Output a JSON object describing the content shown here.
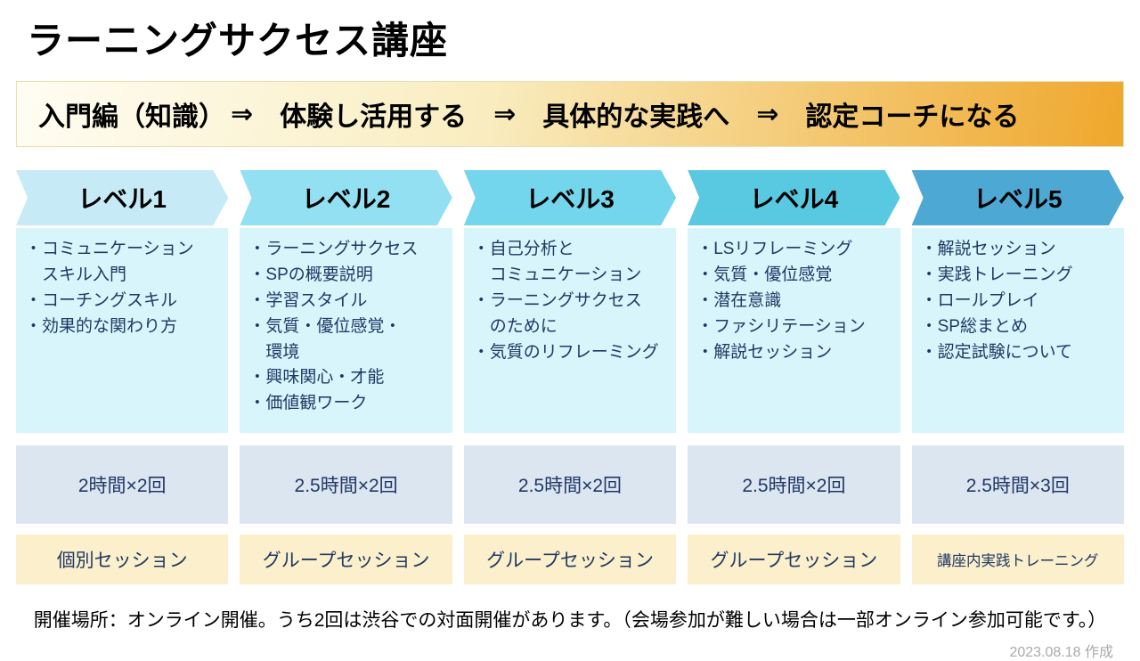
{
  "title": "ラーニングサクセス講座",
  "banner": {
    "arrow": "⇒",
    "phases": [
      "入門編（知識）",
      "体験し活用する",
      "具体的な実践へ",
      "認定コーチになる"
    ]
  },
  "columns": [
    {
      "level": "レベル1",
      "color": "#c6ebf6",
      "items": [
        "・コミュニケーション",
        "　スキル入門",
        "・コーチングスキル",
        "・効果的な関わり方"
      ],
      "duration": "2時間×2回",
      "session": "個別セッション"
    },
    {
      "level": "レベル2",
      "color": "#92e0f2",
      "items": [
        "・ラーニングサクセス",
        "・SPの概要説明",
        "・学習スタイル",
        "・気質・優位感覚・",
        "　環境",
        "・興味関心・才能",
        "・価値観ワーク"
      ],
      "duration": "2.5時間×2回",
      "session": "グループセッション"
    },
    {
      "level": "レベル3",
      "color": "#74d6ec",
      "items": [
        "・自己分析と",
        "　コミュニケーション",
        "・ラーニングサクセス",
        "　のために",
        "・気質のリフレーミング"
      ],
      "duration": "2.5時間×2回",
      "session": "グループセッション"
    },
    {
      "level": "レベル4",
      "color": "#58c9e1",
      "items": [
        "・LSリフレーミング",
        "・気質・優位感覚",
        "・潜在意識",
        "・ファシリテーション",
        "・解説セッション"
      ],
      "duration": "2.5時間×2回",
      "session": "グループセッション"
    },
    {
      "level": "レベル5",
      "color": "#4da8d3",
      "items": [
        "・解説セッション",
        "・実践トレーニング",
        "・ロールプレイ",
        "・SP総まとめ",
        "・認定試験について"
      ],
      "duration": "2.5時間×3回",
      "session": "講座内実践トレーニング"
    }
  ],
  "footer_note": "開催場所：オンライン開催。うち2回は渋谷での対面開催があります。（会場参加が難しい場合は一部オンライン参加可能です。）",
  "date_note": "2023.08.18 作成",
  "colors": {
    "banner_from": "#fffdf3",
    "banner_mid": "#f9edc0",
    "banner_to": "#efa72c",
    "banner_border": "#eadfae",
    "content_bg": "#d8f5fc",
    "duration_bg": "#dce6f1",
    "session_bg": "#fbf0cb",
    "text_navy": "#1f3864",
    "date_gray": "#aaaaaa"
  }
}
